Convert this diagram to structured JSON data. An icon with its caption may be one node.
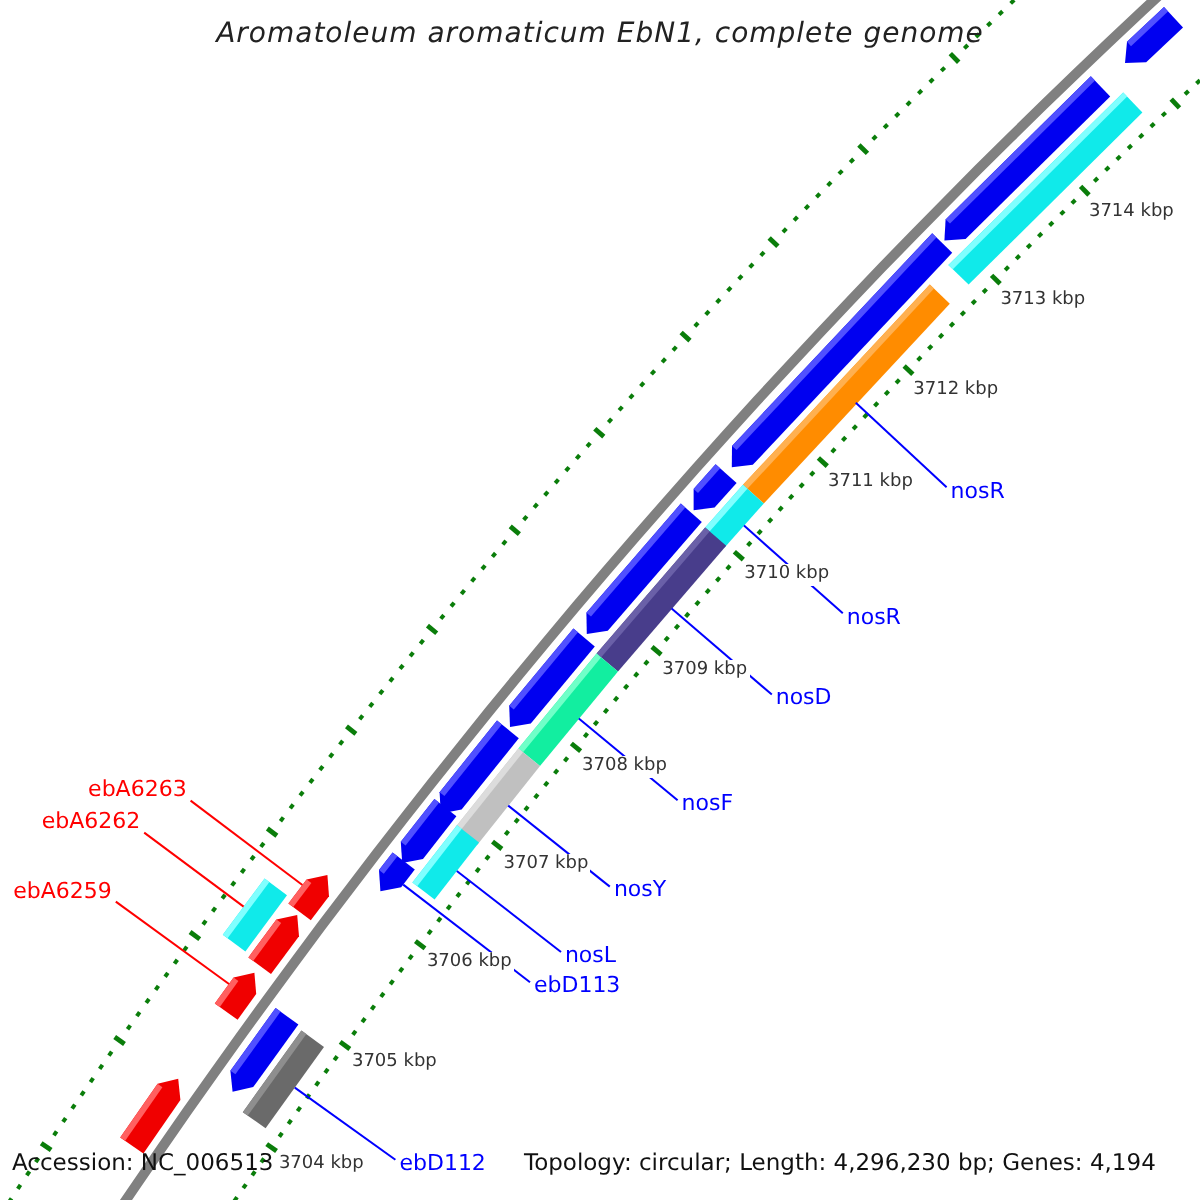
{
  "diagram": {
    "title": "Aromatoleum aromaticum EbN1, complete genome",
    "nodes": [
      {
        "text": [
          "nosR"
        ]
      },
      {
        "text": [
          "nosR"
        ]
      },
      {
        "text": [
          "nosD"
        ]
      },
      {
        "text": [
          "nosF"
        ]
      },
      {
        "text": [
          "ebA6263"
        ]
      },
      {
        "text": [
          "ebA6262"
        ]
      },
      {
        "text": [
          "ebA6259"
        ]
      },
      {
        "text": [
          "nosY"
        ]
      },
      {
        "text": [
          "nosL"
        ]
      },
      {
        "text": [
          "ebD113"
        ]
      },
      {
        "text": [
          "ebD112"
        ]
      },
      {
        "text": [],
        "shape": "pentagon"
      },
      {
        "text": [],
        "shape": "pentagon"
      },
      {
        "text": [],
        "shape": "bar"
      },
      {
        "text": [],
        "shape": "pentagon"
      },
      {
        "text": [],
        "shape": "bar"
      },
      {
        "text": [],
        "shape": "pentagon"
      },
      {
        "text": [],
        "shape": "bar"
      },
      {
        "text": [],
        "shape": "pentagon"
      },
      {
        "text": [],
        "shape": "bar"
      },
      {
        "text": [],
        "shape": "pentagon"
      },
      {
        "text": [],
        "shape": "bar"
      },
      {
        "text": [],
        "shape": "pentagon"
      },
      {
        "text": [],
        "shape": "bar"
      },
      {
        "text": [],
        "shape": "pentagon"
      },
      {
        "text": [],
        "shape": "bar"
      },
      {
        "text": [],
        "shape": "pentagon"
      },
      {
        "text": [],
        "shape": "pentagon"
      },
      {
        "text": [],
        "shape": "bar"
      },
      {
        "text": [],
        "shape": "pentagon"
      },
      {
        "text": [],
        "shape": "pentagon"
      },
      {
        "text": [],
        "shape": "pentagon"
      },
      {
        "text": [],
        "shape": "bar"
      },
      {
        "text": [],
        "shape": "pentagon"
      }
    ],
    "edges": [
      {
        "from": 0,
        "to": 15,
        "arrow": "none"
      },
      {
        "from": 1,
        "to": 17,
        "arrow": "none"
      },
      {
        "from": 2,
        "to": 19,
        "arrow": "none"
      },
      {
        "from": 3,
        "to": 21,
        "arrow": "none"
      },
      {
        "from": 4,
        "to": 27,
        "arrow": "none",
        "color": "#ff0000"
      },
      {
        "from": 5,
        "to": 28,
        "arrow": "none",
        "color": "#ff0000"
      },
      {
        "from": 6,
        "to": 30,
        "arrow": "none",
        "color": "#ff0000"
      },
      {
        "from": 7,
        "to": 23,
        "arrow": "none"
      },
      {
        "from": 8,
        "to": 25,
        "arrow": "none"
      },
      {
        "from": 9,
        "to": 26,
        "arrow": "none"
      },
      {
        "from": 10,
        "to": 32,
        "arrow": "none"
      }
    ],
    "labels": [
      "3714 kbp",
      "3713 kbp",
      "3712 kbp",
      "3711 kbp",
      "3710 kbp",
      "3709 kbp",
      "3708 kbp",
      "3707 kbp",
      "3706 kbp",
      "3705 kbp",
      "3704 kbp",
      "Accession: NC_006513",
      "Topology: circular; Length: 4,296,230 bp; Genes: 4,194"
    ]
  }
}
